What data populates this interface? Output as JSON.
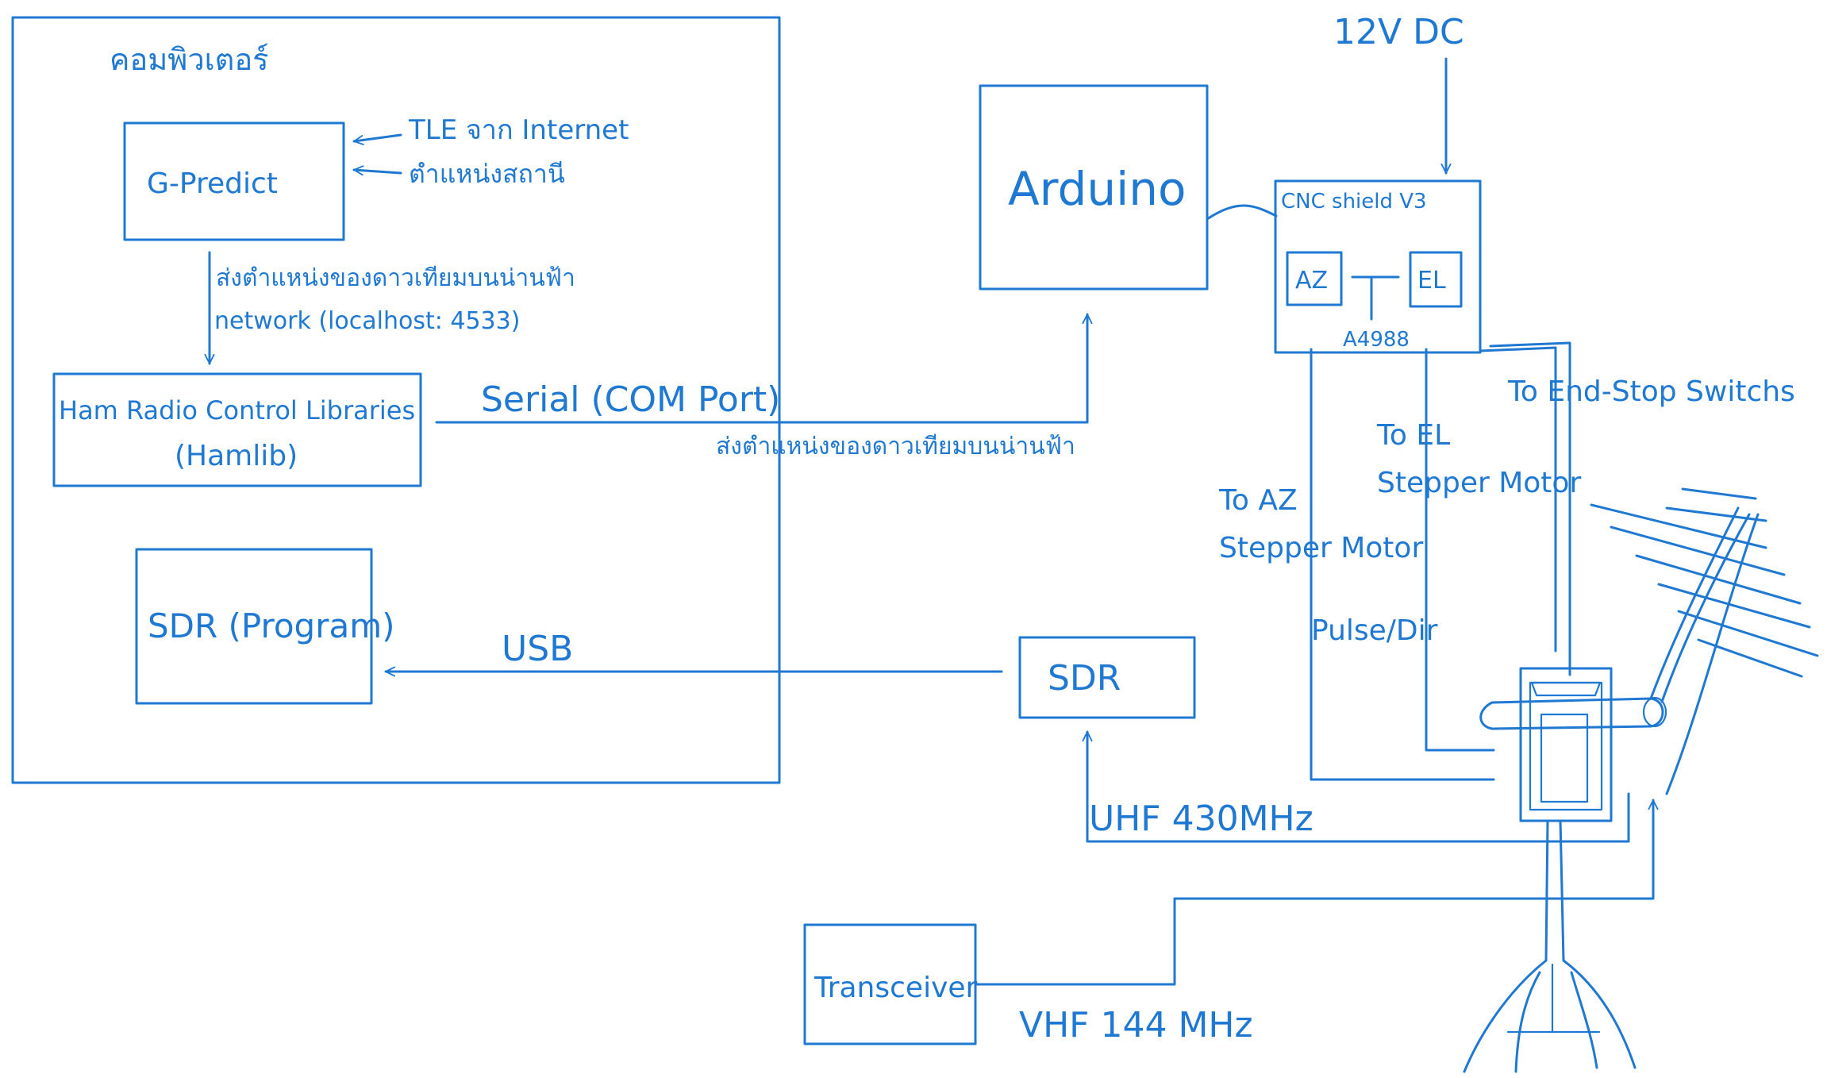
{
  "computer": {
    "title": "คอมพิวเตอร์",
    "gpredict": "G-Predict",
    "tle_input": "TLE จาก Internet",
    "station_input": "ตำแหน่งสถานี",
    "send_position_line1": "ส่งตำแหน่งของดาวเทียมบนน่านฟ้า",
    "send_position_line2": "network (localhost: 4533)",
    "hamlib_line1": "Ham Radio Control Libraries",
    "hamlib_line2": "(Hamlib)",
    "sdr_program": "SDR (Program)"
  },
  "links": {
    "serial": "Serial (COM Port)",
    "serial_note": "ส่งตำแหน่งของดาวเทียมบนน่านฟ้า",
    "usb": "USB",
    "uhf": "UHF 430MHz",
    "vhf": "VHF 144 MHz",
    "pulse_dir": "Pulse/Dir"
  },
  "hardware": {
    "arduino": "Arduino",
    "power": "12V DC",
    "cnc_shield": "CNC shield V3",
    "az": "AZ",
    "el": "EL",
    "driver": "A4988",
    "sdr": "SDR",
    "transceiver": "Transceiver"
  },
  "notes": {
    "endstop": "To End-Stop Switchs",
    "to_el_line1": "To EL",
    "to_el_line2": "Stepper Motor",
    "to_az_line1": "To AZ",
    "to_az_line2": "Stepper Motor"
  }
}
